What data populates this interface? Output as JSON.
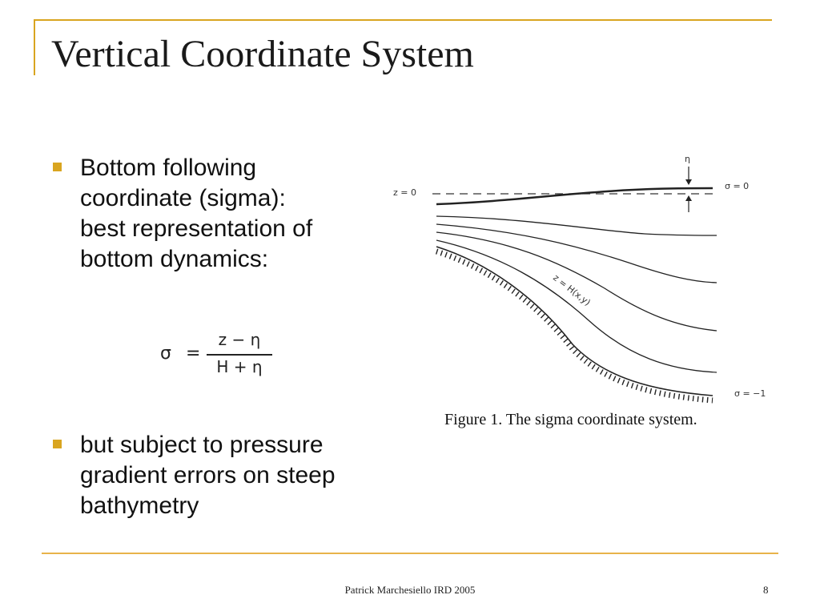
{
  "slide": {
    "title": "Vertical Coordinate System",
    "bullets": [
      {
        "text": "Bottom following\ncoordinate (sigma):\nbest representation of\nbottom dynamics:"
      },
      {
        "text": "but subject to pressure\ngradient errors on steep\nbathymetry"
      }
    ],
    "formula": {
      "lhs": "σ",
      "equals": "=",
      "numerator": "z − η",
      "denominator": "H + η"
    },
    "figure": {
      "z0_label": "z = 0",
      "eta_label": "η",
      "sigma_top_label": "σ = 0",
      "sigma_bottom_label": "σ = −1",
      "bottom_label": "z = H(x,y)",
      "caption": "Figure 1. The sigma coordinate system."
    },
    "footer": {
      "text": "Patrick Marchesiello IRD 2005",
      "page_number": "8"
    }
  },
  "colors": {
    "accent": "#d9a520",
    "text": "#111111"
  }
}
